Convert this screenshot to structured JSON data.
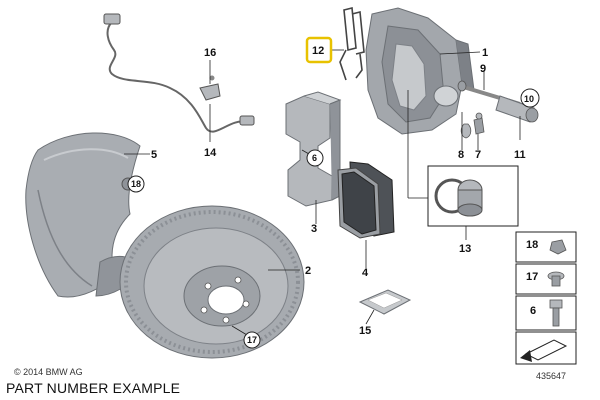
{
  "callouts": {
    "c1": "1",
    "c2": "2",
    "c3": "3",
    "c4": "4",
    "c5": "5",
    "c6": "6",
    "c7": "7",
    "c8": "8",
    "c9": "9",
    "c10": "10",
    "c11": "11",
    "c12": "12",
    "c13": "13",
    "c14": "14",
    "c15": "15",
    "c16": "16",
    "c17": "17",
    "c18": "18"
  },
  "legend": {
    "l18": "18",
    "l17": "17",
    "l6": "6"
  },
  "copyright": "© 2014 BMW AG",
  "footer": "PART NUMBER EXAMPLE",
  "ref_number": "435647",
  "colors": {
    "part_fill": "#b5b8bc",
    "part_dark": "#8c9096",
    "highlight": "#e8c200",
    "line": "#222222"
  }
}
